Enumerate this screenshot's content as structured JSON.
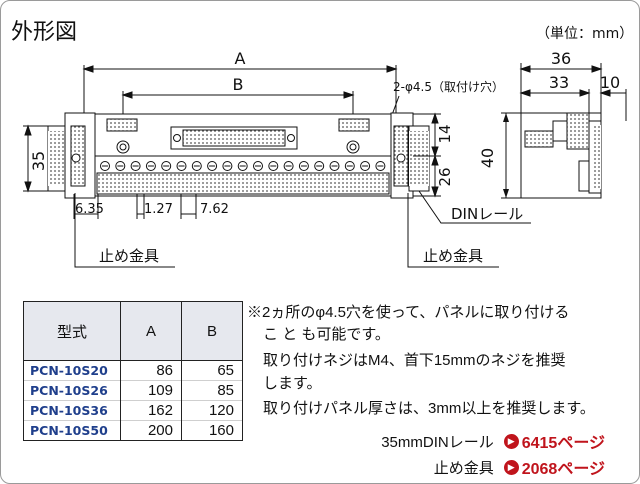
{
  "heading": "外形図",
  "unit_note": "（単位：mm）",
  "drawing": {
    "dim_A": "A",
    "dim_B": "B",
    "hole_label": "2-φ4.5（取付け穴）",
    "left_height": "35",
    "top_offset": "14",
    "inner_height": "26",
    "pitch_left": "6.35",
    "pitch_mid": "1.27",
    "pitch_right": "7.62",
    "rail_label": "DINレール",
    "bracket_label_1": "止め金具",
    "bracket_label_2": "止め金具",
    "side_total": "36",
    "side_body": "33",
    "side_rail": "10",
    "side_height": "40"
  },
  "table": {
    "col_model": "型式",
    "col_a": "A",
    "col_b": "B",
    "rows": [
      {
        "model": "PCN-10S20",
        "a": "86",
        "b": "65"
      },
      {
        "model": "PCN-10S26",
        "a": "109",
        "b": "85"
      },
      {
        "model": "PCN-10S36",
        "a": "162",
        "b": "120"
      },
      {
        "model": "PCN-10S50",
        "a": "200",
        "b": "160"
      }
    ]
  },
  "notes": [
    "※2ヵ所のφ4.5穴を使って、パネルに取り付ける",
    "こ と も可能です。",
    "取り付けネジはM4、首下15mmのネジを推奨",
    "します。",
    "取り付けパネル厚さは、3mm以上を推奨します。"
  ],
  "refs": [
    {
      "label": "35mmDINレール",
      "page": "6415ページ"
    },
    {
      "label": "止め金具",
      "page": "2068ページ"
    }
  ]
}
